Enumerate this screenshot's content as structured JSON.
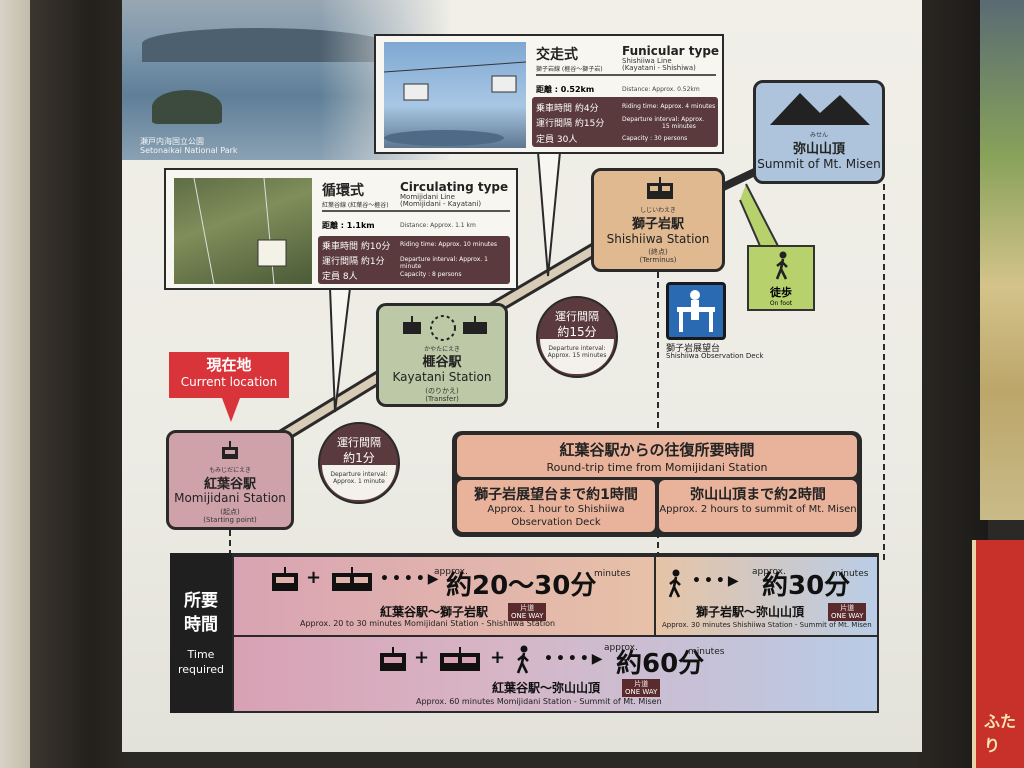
{
  "photo_caption": {
    "jp": "瀬戸内海国立公園",
    "en": "Setonaikai National Park"
  },
  "funicular": {
    "title_jp": "交走式",
    "title_en": "Funicular type",
    "line_jp": "獅子岩線 (榧谷〜獅子岩)",
    "line_en": "Shishiiwa Line",
    "line_en2": "(Kayatani - Shishiwa)",
    "distance_jp": "距離 : 0.52km",
    "distance_en": "Distance: Approx. 0.52km",
    "ride_jp": "乗車時間 約4分",
    "ride_en": "Riding time: Approx. 4 minutes",
    "interval_jp": "運行間隔 約15分",
    "interval_en": "Departure interval: Approx.",
    "interval_en2": "15 minutes",
    "capacity_jp": "定員 30人",
    "capacity_en": "Capacity : 30 persons"
  },
  "circulating": {
    "title_jp": "循環式",
    "title_en": "Circulating type",
    "line_jp": "紅葉谷線 (紅葉谷〜榧谷)",
    "line_en": "Momijidani Line",
    "line_en2": "(Momijidani - Kayatani)",
    "distance_jp": "距離 : 1.1km",
    "distance_en": "Distance: Approx. 1.1 km",
    "ride_jp": "乗車時間 約10分",
    "ride_en": "Riding time: Approx. 10 minutes",
    "interval_jp": "運行間隔 約1分",
    "interval_en": "Departure interval: Approx. 1 minute",
    "capacity_jp": "定員 8人",
    "capacity_en": "Capacity : 8 persons"
  },
  "current_location": {
    "jp": "現在地",
    "en": "Current location"
  },
  "stations": {
    "momijidani": {
      "ruby": "もみじだにえき",
      "jp": "紅葉谷駅",
      "en": "Momijidani Station",
      "sub_jp": "(起点)",
      "sub_en": "(Starting point)"
    },
    "kayatani": {
      "ruby": "かやたにえき",
      "jp": "榧谷駅",
      "en": "Kayatani Station",
      "sub_jp": "(のりかえ)",
      "sub_en": "(Transfer)"
    },
    "shishiiwa": {
      "ruby": "しじいわえき",
      "jp": "獅子岩駅",
      "en": "Shishiiwa Station",
      "sub_jp": "(終点)",
      "sub_en": "(Terminus)"
    },
    "misen": {
      "ruby": "みせん",
      "jp": "弥山山頂",
      "en": "Summit of Mt. Misen"
    }
  },
  "interval_1": {
    "l1": "運行間隔",
    "l2": "約1分",
    "l3": "Departure interval: Approx. 1 minute"
  },
  "interval_15": {
    "l1": "運行間隔",
    "l2": "約15分",
    "l3": "Departure interval: Approx. 15 minutes"
  },
  "observation": {
    "jp": "獅子岩展望台",
    "en": "Shishiiwa Observation Deck"
  },
  "on_foot": {
    "jp": "徒歩",
    "en": "On foot"
  },
  "round_trip": {
    "head_jp": "紅葉谷駅からの往復所要時間",
    "head_en": "Round-trip time from Momijidani Station",
    "a_jp": "獅子岩展望台まで約1時間",
    "a_en": "Approx. 1 hour to Shishiiwa",
    "a_en2": "Observation Deck",
    "b_jp": "弥山山頂まで約2時間",
    "b_en": "Approx. 2 hours to summit of Mt. Misen"
  },
  "time_required": {
    "label_jp1": "所要",
    "label_jp2": "時間",
    "label_en1": "Time",
    "label_en2": "required",
    "approx": "approx.",
    "minutes": "minutes",
    "one_way_jp": "片道",
    "one_way_en": "ONE WAY",
    "r1": {
      "big": "約20〜30分",
      "name": "紅葉谷駅〜獅子岩駅",
      "en": "Approx. 20 to 30 minutes  Momijidani Station - Shishiiwa Station"
    },
    "r2": {
      "big": "約30分",
      "name": "獅子岩駅〜弥山山頂",
      "en": "Approx. 30 minutes Shishiiwa Station - Summit of Mt. Misen"
    },
    "r3": {
      "big": "約60分",
      "name": "紅葉谷駅〜弥山山頂",
      "en": "Approx. 60 minutes Momijidani Station - Summit of Mt. Misen"
    }
  },
  "poster_right_text": "ふたり"
}
